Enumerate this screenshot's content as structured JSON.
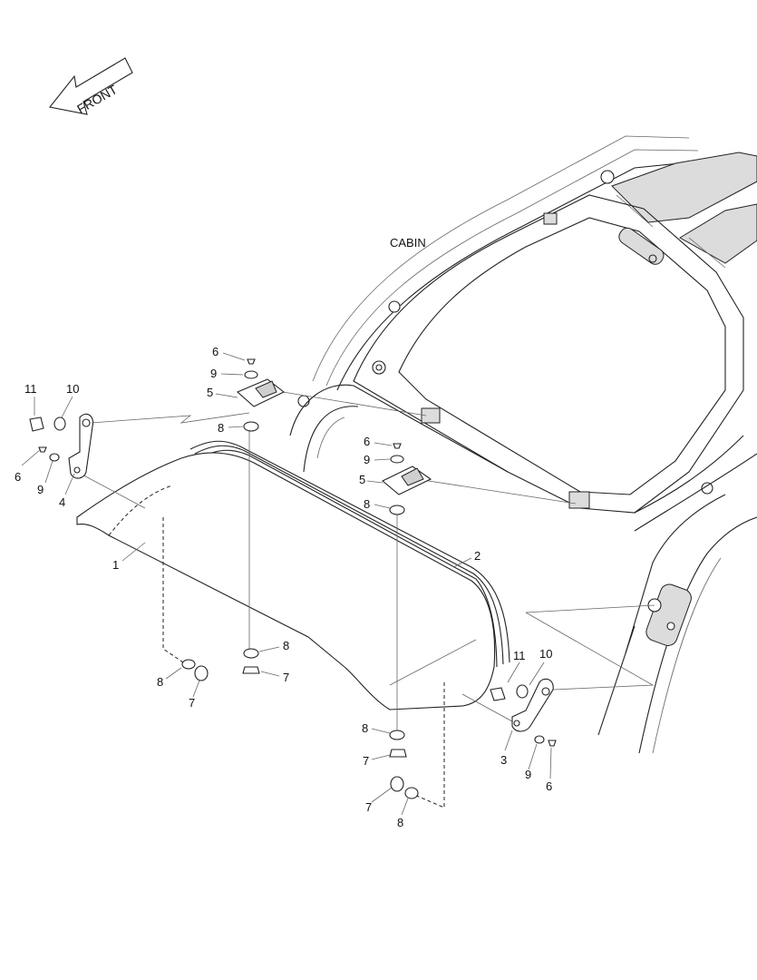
{
  "front_arrow": {
    "label": "FRONT"
  },
  "cabin_label": "CABIN",
  "callouts": [
    {
      "id": "c-11-left",
      "text": "11"
    },
    {
      "id": "c-10-left",
      "text": "10"
    },
    {
      "id": "c-6-left",
      "text": "6"
    },
    {
      "id": "c-9-left",
      "text": "9"
    },
    {
      "id": "c-4",
      "text": "4"
    },
    {
      "id": "c-1",
      "text": "1"
    },
    {
      "id": "c-6-top",
      "text": "6"
    },
    {
      "id": "c-9-top",
      "text": "9"
    },
    {
      "id": "c-5-top",
      "text": "5"
    },
    {
      "id": "c-8-top",
      "text": "8"
    },
    {
      "id": "c-6-mid",
      "text": "6"
    },
    {
      "id": "c-9-mid",
      "text": "9"
    },
    {
      "id": "c-5-mid",
      "text": "5"
    },
    {
      "id": "c-8-mid",
      "text": "8"
    },
    {
      "id": "c-2",
      "text": "2"
    },
    {
      "id": "c-8-center",
      "text": "8"
    },
    {
      "id": "c-7-center",
      "text": "7"
    },
    {
      "id": "c-8-left-bottom",
      "text": "8"
    },
    {
      "id": "c-7-left-bottom",
      "text": "7"
    },
    {
      "id": "c-11-right",
      "text": "11"
    },
    {
      "id": "c-10-right",
      "text": "10"
    },
    {
      "id": "c-3",
      "text": "3"
    },
    {
      "id": "c-9-right",
      "text": "9"
    },
    {
      "id": "c-6-right",
      "text": "6"
    },
    {
      "id": "c-8-lower",
      "text": "8"
    },
    {
      "id": "c-7-lower",
      "text": "7"
    },
    {
      "id": "c-7-bottom",
      "text": "7"
    },
    {
      "id": "c-8-bottom",
      "text": "8"
    }
  ]
}
